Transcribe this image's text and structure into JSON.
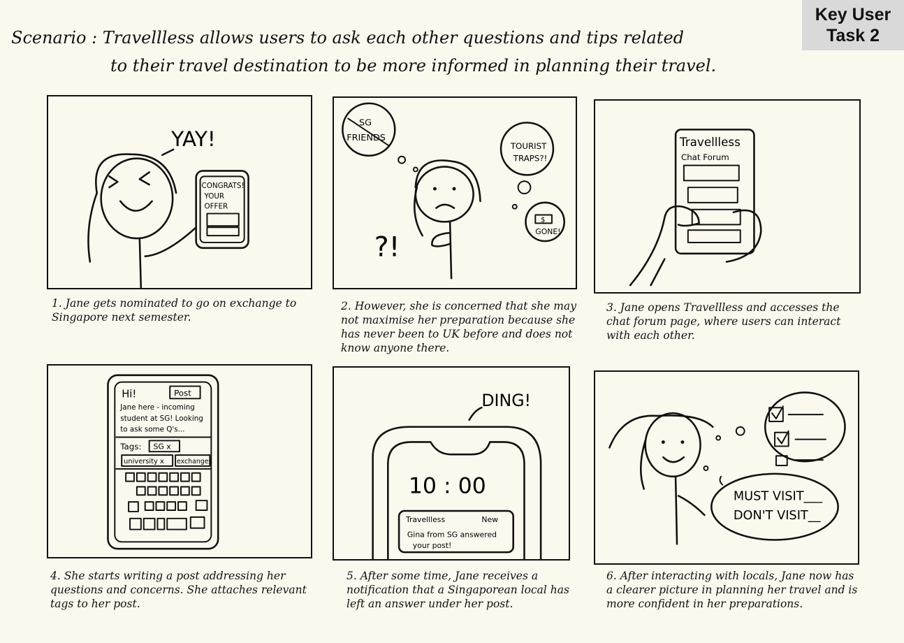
{
  "badge": {
    "line1": "Key User",
    "line2": "Task 2"
  },
  "scenario": {
    "line1": "Scenario : Travellless allows users to ask each other questions and tips related",
    "line2": "to their travel destination to be more informed in planning their travel."
  },
  "panels": [
    {
      "caption_num": "1.",
      "caption": "Jane gets nominated to go on exchange to Singapore next semester.",
      "texts": {
        "yay": "YAY!",
        "phone_line1": "CONGRATS!",
        "phone_line2": "YOUR",
        "phone_line3": "OFFER"
      }
    },
    {
      "caption_num": "2.",
      "caption": "However, she is concerned that she may not maximise her preparation because she has never been to UK before and does not know anyone there.",
      "texts": {
        "sg": "SG",
        "friends": "FRIENDS",
        "tourist": "TOURIST",
        "traps": "TRAPS?!",
        "dollar": "$",
        "gone": "GONE!",
        "qmark": "?!"
      }
    },
    {
      "caption_num": "3.",
      "caption": "Jane opens Travellless and accesses the chat forum page, where users can interact with each other.",
      "texts": {
        "app": "Travellless",
        "page": "Chat Forum"
      }
    },
    {
      "caption_num": "4.",
      "caption": "She starts writing a post addressing her questions and concerns. She attaches relevant tags to her post.",
      "texts": {
        "hi": "Hi!",
        "post": "Post",
        "body1": "Jane here - incoming",
        "body2": "student at SG! Looking",
        "body3": "to ask some Q's...",
        "tags": "Tags:",
        "tag1": "SG x",
        "tag2": "university x",
        "tag3": "exchanges"
      }
    },
    {
      "caption_num": "5.",
      "caption": "After some time, Jane receives a notification that a Singaporean local has left an answer under her post.",
      "texts": {
        "ding": "DING!",
        "time": "10 : 00",
        "notif_app": "Travellless",
        "notif_new": "New",
        "notif1": "Gina from SG answered",
        "notif2": "your post!"
      }
    },
    {
      "caption_num": "6.",
      "caption": "After interacting with locals, Jane now has a clearer picture in planning her travel and is more confident in her preparations.",
      "texts": {
        "must": "MUST VISIT___",
        "dont": "DON'T VISIT__"
      }
    }
  ]
}
